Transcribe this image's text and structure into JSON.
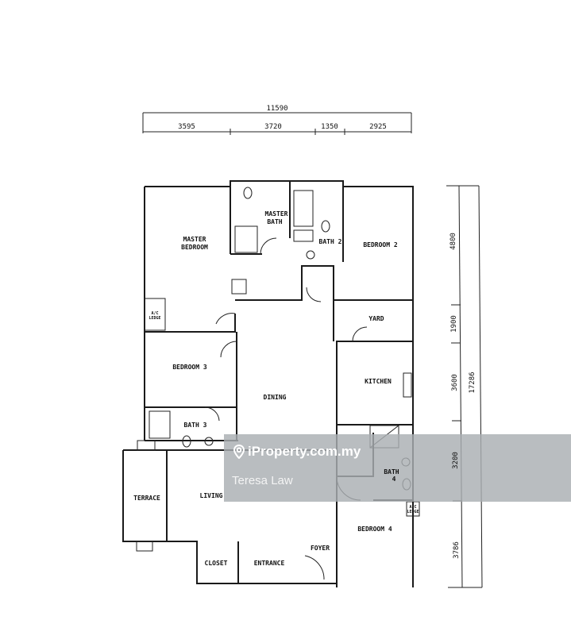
{
  "dimensions": {
    "top_total": "11590",
    "top_segments": [
      "3595",
      "3720",
      "1350",
      "2925"
    ],
    "right_total": "17286",
    "right_segments": [
      "4800",
      "1900",
      "3600",
      "3200",
      "3786"
    ]
  },
  "rooms": {
    "master_bedroom": [
      "MASTER",
      "BEDROOM"
    ],
    "master_bath": [
      "MASTER",
      "BATH"
    ],
    "bath2": "BATH 2",
    "bedroom2": "BEDROOM 2",
    "ac_ledge_1": [
      "A/C",
      "LEDGE"
    ],
    "yard": "YARD",
    "bedroom3": "BEDROOM 3",
    "dining": "DINING",
    "kitchen": "KITCHEN",
    "bath3": "BATH 3",
    "terrace": "TERRACE",
    "living": "LIVING",
    "bath4": [
      "BATH",
      "4"
    ],
    "ac_ledge_2": [
      "A/C",
      "LEDGE"
    ],
    "bedroom4": "BEDROOM 4",
    "closet": "CLOSET",
    "entrance": "ENTRANCE",
    "foyer": "FOYER"
  },
  "watermark": {
    "site": "iProperty.com.my",
    "agent": "Teresa Law",
    "icon": "location-pin-icon"
  }
}
